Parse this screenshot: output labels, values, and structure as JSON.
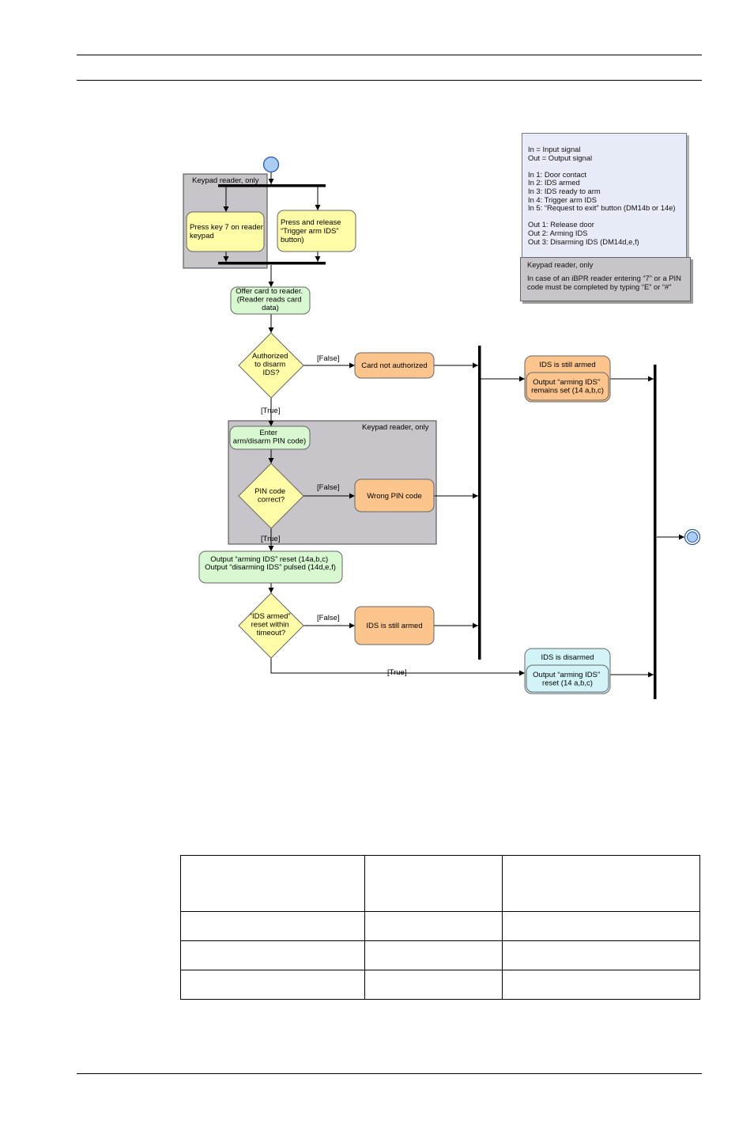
{
  "diagram": {
    "lanes": {
      "keypad_top": "Keypad reader, only",
      "keypad_mid": "Keypad reader, only"
    },
    "actions": {
      "press_key7": [
        "Press key 7 on reader",
        "keypad"
      ],
      "press_trigger": [
        "Press and release",
        "“Trigger arm IDS”",
        "button)"
      ],
      "offer_card": [
        "Offer card to reader.",
        "(Reader reads card",
        "data)"
      ],
      "card_not_authorized": [
        "Card not authorized"
      ],
      "enter_pin": [
        "Enter",
        "arm/disarm PIN code)"
      ],
      "wrong_pin": [
        "Wrong PIN code"
      ],
      "output_reset": [
        "Output “arming IDS” reset (14a,b,c)",
        "",
        "Output “disarming IDS” pulsed (14d,e,f)"
      ],
      "ids_still_armed_2": [
        "IDS is still armed"
      ]
    },
    "decisions": {
      "authorized": [
        "Authorized",
        "to disarm",
        "IDS?"
      ],
      "pin_correct": [
        "PIN code",
        "correct?"
      ],
      "ids_armed_reset": [
        "“IDS armed”",
        "reset within",
        "timeout?"
      ]
    },
    "composites": {
      "still_armed": {
        "title": "IDS is still armed",
        "inner": [
          "Output “arming IDS”",
          "remains set (14 a,b,c)"
        ]
      },
      "disarmed": {
        "title": "IDS is disarmed",
        "inner": [
          "Output “arming IDS”",
          "reset (14 a,b,c)"
        ]
      }
    },
    "guards": {
      "false_1": "[False]",
      "true_1": "[True]",
      "false_2": "[False]",
      "true_2": "[True]",
      "false_3": "[False]",
      "true_3": "[True]"
    },
    "colors": {
      "start": "#a9cdf5",
      "action_yellow": "#fffca8",
      "action_green": "#d8f8d2",
      "action_orange": "#fcc58e",
      "action_cyan": "#d2f4f9",
      "lane_gray": "#c7c5ca"
    }
  },
  "legend": {
    "lines": [
      "In = Input signal",
      "Out = Output signal",
      "",
      "In 1: Door contact",
      "In 2: IDS armed",
      "In 3: IDS ready to arm",
      "In 4: Trigger arm IDS",
      "In 5: “Request to exit” button (DM14b or 14e)",
      "",
      "Out 1: Release door",
      "Out 2: Arming IDS",
      "Out 3: Disarming IDS (DM14d,e,f)"
    ],
    "note_title": "Keypad reader, only",
    "note_lines": [
      "In case of an iBPR reader entering “7” or a PIN",
      "code must be completed by typing “E” or “#”"
    ]
  }
}
